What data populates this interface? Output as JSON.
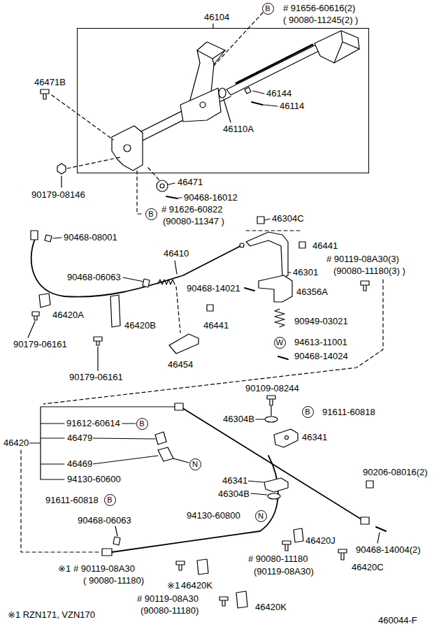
{
  "diagram": {
    "nodes": [
      {
        "text": [
          "B"
        ]
      },
      {
        "text": [
          "46104"
        ]
      },
      {
        "text": [
          "B"
        ]
      },
      {
        "text": [
          "W"
        ]
      },
      {
        "text": [
          "B"
        ]
      },
      {
        "text": [
          "B"
        ]
      },
      {
        "text": [
          "N"
        ]
      },
      {
        "text": [
          "B"
        ]
      },
      {
        "text": [
          "N"
        ]
      }
    ],
    "labels": [
      "# 91656-60616(2)",
      "( 90080-11245(2) )",
      "46471B",
      "46144",
      "46114",
      "46110A",
      "90179-08146",
      "46471",
      "90468-16012",
      "# 91626-60822",
      "(90080-11347 )",
      "90468-08001",
      "46304C",
      "46410",
      "46441",
      "# 90119-08A30(3)",
      "(90080-11180(3) )",
      "46301",
      "90468-06063",
      "90468-14021",
      "46356A",
      "46420A",
      "46441",
      "90949-03021",
      "46420B",
      "94613-11001",
      "90179-06161",
      "90468-14024",
      "90179-06161",
      "46454",
      "90109-08244",
      "91611-60818",
      "46304B",
      "91612-60614",
      "46420",
      "46479",
      "46341",
      "46469",
      "94130-60600",
      "91611-60818",
      "90206-08016(2)",
      "46341",
      "46304B",
      "94130-60800",
      "90468-06063",
      "46420J",
      "90468-14004(2)",
      "※1",
      "# 90119-08A30",
      "( 90080-11180)",
      "# 90080-11180",
      "(90119-08A30)",
      "46420C",
      "※1",
      "46420K",
      "# 90119-08A30",
      "(90080-11180)",
      "46420K",
      "※1 RZN171, VZN170",
      "460044-F"
    ]
  }
}
